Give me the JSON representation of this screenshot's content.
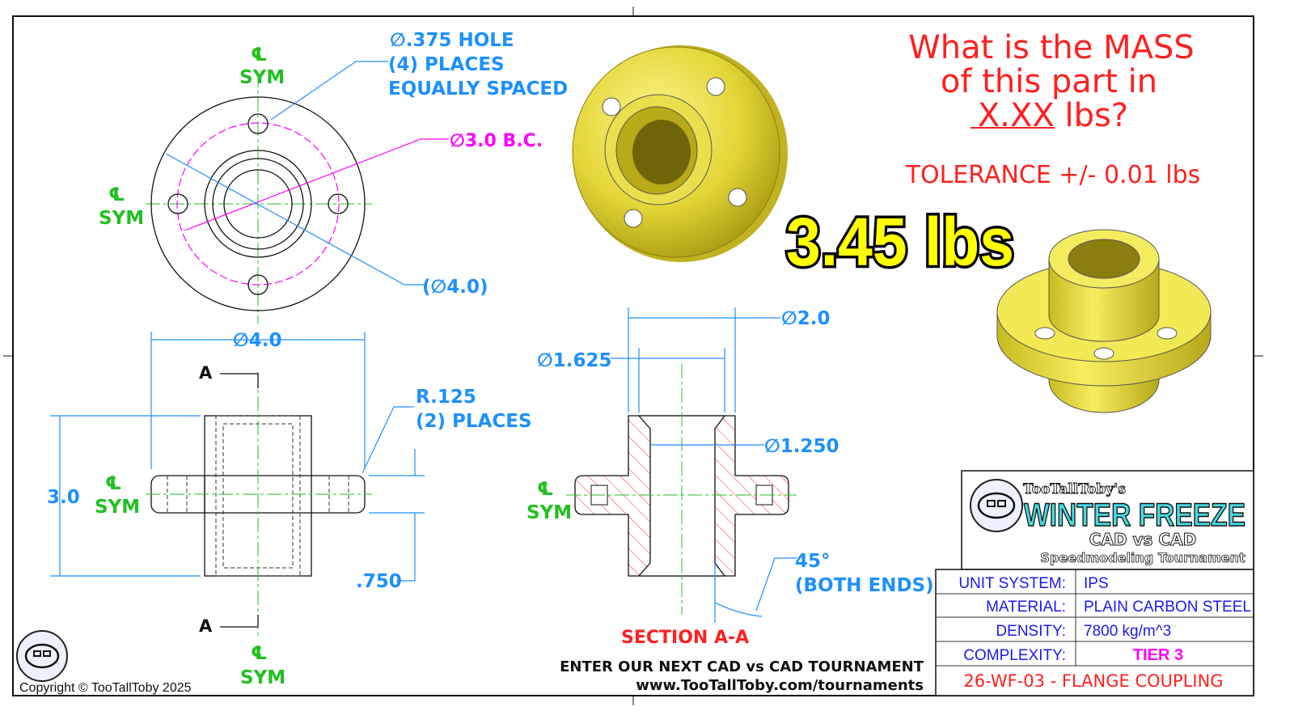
{
  "question": {
    "line1": "What is the MASS",
    "line2": "of this part in",
    "line3": "X.XX lbs?",
    "tolerance": "TOLERANCE +/- 0.01 lbs"
  },
  "answer": "3.45 lbs",
  "annotations": {
    "hole_note": [
      "∅.375 HOLE",
      "(4) PLACES",
      "EQUALLY SPACED"
    ],
    "bolt_circle": "∅3.0 B.C.",
    "outer_dia_ref": "(∅4.0)",
    "outer_dia": "∅4.0",
    "height": "3.0",
    "flange_thk": ".750",
    "radius_note": [
      "R.125",
      "(2) PLACES"
    ],
    "dia_2": "∅2.0",
    "dia_1625": "∅1.625",
    "dia_1250": "∅1.250",
    "chamfer": [
      "45°",
      "(BOTH ENDS)"
    ],
    "section_label": "SECTION A-A",
    "section_letter": "A",
    "cl_symbol": "℄",
    "sym": "SYM"
  },
  "promo": {
    "line1": "ENTER OUR NEXT CAD vs CAD TOURNAMENT",
    "line2": "www.TooTallToby.com/tournaments"
  },
  "logo": {
    "brand": "TooTallToby's",
    "title": "WINTER FREEZE",
    "sub1": "CAD vs CAD",
    "sub2": "Speedmodeling Tournament"
  },
  "title_block": {
    "rows": [
      {
        "label": "UNIT SYSTEM:",
        "value": "IPS"
      },
      {
        "label": "MATERIAL:",
        "value": "PLAIN CARBON STEEL"
      },
      {
        "label": "DENSITY:",
        "value": "7800 kg/m^3"
      },
      {
        "label": "COMPLEXITY:",
        "value": "TIER 3"
      }
    ],
    "part_id": "26-WF-03 - FLANGE COUPLING"
  },
  "copyright": "Copyright © TooTallToby 2025",
  "colors": {
    "dimension": "#1e90ff",
    "centerline": "#22c022",
    "accent": "#ff00ff",
    "question": "#ff2020",
    "part": "#e8e040"
  }
}
